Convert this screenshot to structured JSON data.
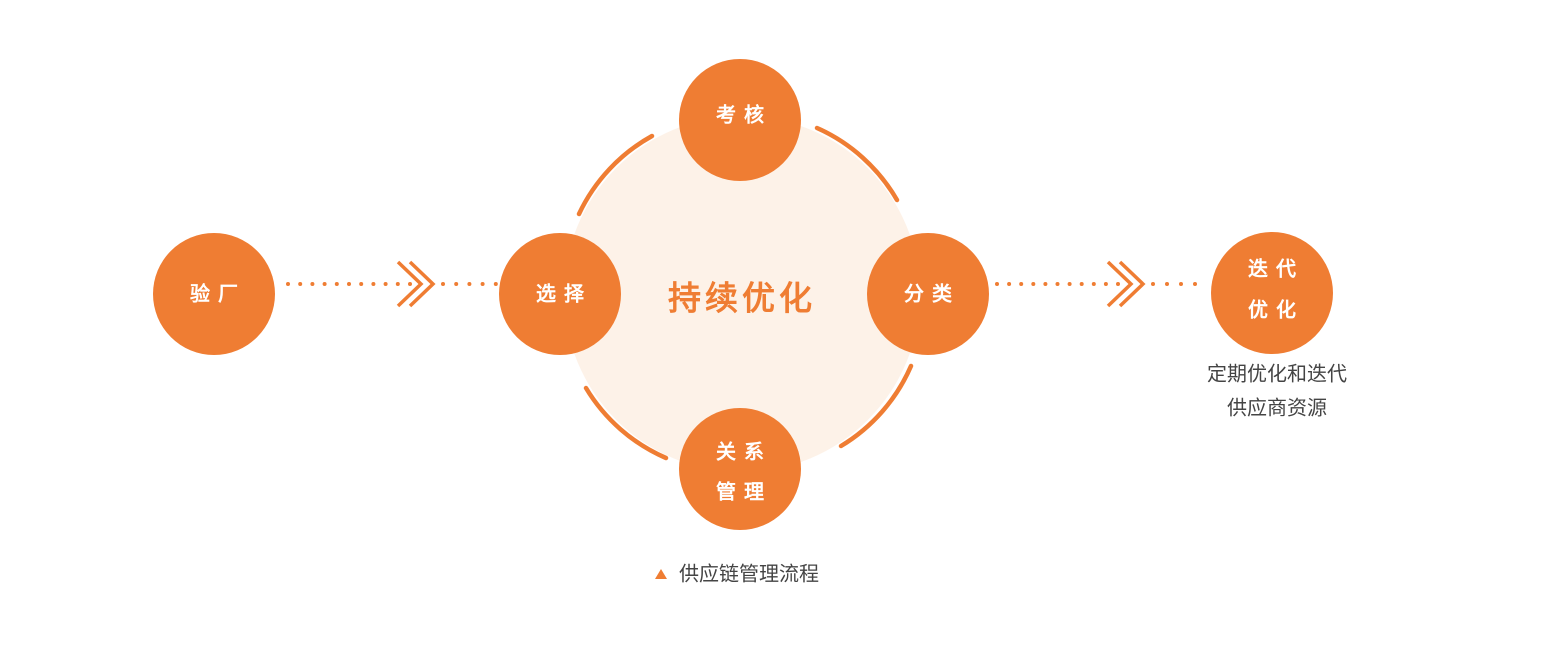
{
  "colors": {
    "accent": "#ef7d33",
    "center_fill": "#fdf2e8",
    "text_white": "#ffffff",
    "text_dark": "#444444"
  },
  "center": {
    "title": "持续优化"
  },
  "nodes": {
    "factory_audit": {
      "line1": "验厂"
    },
    "selection": {
      "line1": "选择"
    },
    "assessment": {
      "line1": "考核"
    },
    "classification": {
      "line1": "分类"
    },
    "relationship_management": {
      "line1": "关系",
      "line2": "管理"
    },
    "iterative_optimization": {
      "line1": "迭代",
      "line2": "优化"
    }
  },
  "note": {
    "line1": "定期优化和迭代",
    "line2": "供应商资源"
  },
  "caption": {
    "text": "供应链管理流程",
    "marker_icon": "triangle-up-icon"
  },
  "connector_icon": "double-chevron-right-icon"
}
